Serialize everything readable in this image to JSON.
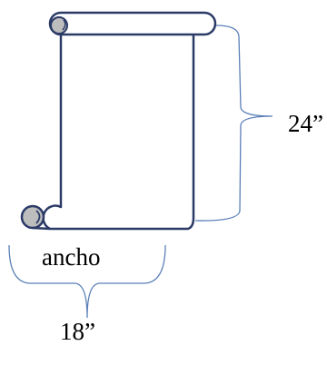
{
  "colors": {
    "scroll_outline": "#2B3A67",
    "scroll_curl_fill": "#BDBDBD",
    "bracket": "#5B7FB8",
    "paper": "#FFFFFF",
    "text": "#000000"
  },
  "labels": {
    "height": "24”",
    "width_word": "ancho",
    "width": "18”"
  },
  "icons": {
    "figure": "rolled-paper-scroll-icon"
  }
}
